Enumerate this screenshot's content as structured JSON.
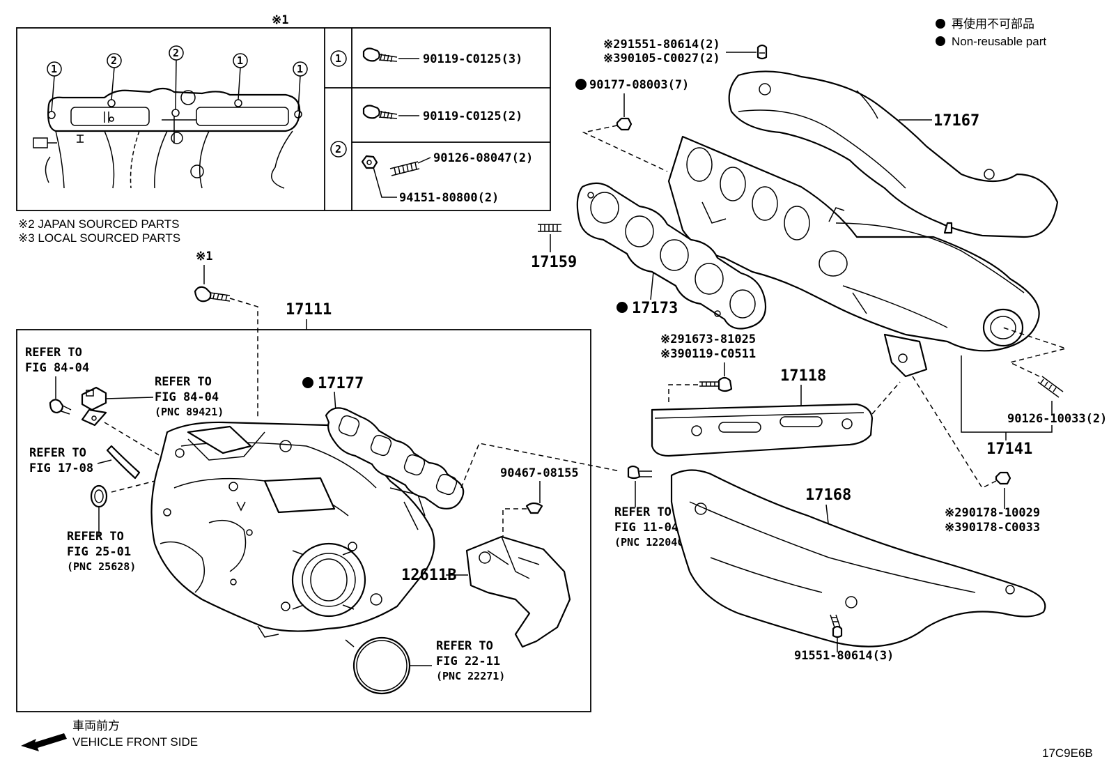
{
  "legend": {
    "jp": "再使用不可部品",
    "en": "Non-reusable part"
  },
  "inset": {
    "ref_mark": "※1",
    "circle_1": "1",
    "circle_2": "2",
    "row1_part": "90119-C0125(3)",
    "row2a_part": "90119-C0125(2)",
    "row2b_part": "90126-08047(2)",
    "row2c_part": "94151-80800(2)"
  },
  "notes": {
    "japan": "※2  JAPAN SOURCED PARTS",
    "local": "※3  LOCAL SOURCED PARTS"
  },
  "parts": {
    "p17167": "17167",
    "p17159": "17159",
    "p17173": "17173",
    "p17111": "17111",
    "p17177": "17177",
    "p17118": "17118",
    "p17141": "17141",
    "p17168": "17168",
    "p12611b": "12611B",
    "top_bolt_a": "※291551-80614(2)",
    "top_bolt_b": "※390105-C0027(2)",
    "nut_top": "90177-08003(7)",
    "bolt_mid_a": "※291673-81025",
    "bolt_mid_b": "※390119-C0511",
    "stud_right": "90126-10033(2)",
    "nut_right_a": "※290178-10029",
    "nut_right_b": "※390178-C0033",
    "clip": "90467-08155",
    "bolt_bottom": "91551-80614(3)",
    "xmark1": "※1"
  },
  "refs": {
    "r1_a": "REFER TO",
    "r1_b": "FIG 84-04",
    "r2_a": "REFER TO",
    "r2_b": "FIG 84-04",
    "r2_c": "(PNC 89421)",
    "r3_a": "REFER TO",
    "r3_b": "FIG 17-08",
    "r4_a": "REFER TO",
    "r4_b": "FIG 25-01",
    "r4_c": "(PNC 25628)",
    "r5_a": "REFER TO",
    "r5_b": "FIG 11-04",
    "r5_c": "(PNC 12204C)",
    "r6_a": "REFER TO",
    "r6_b": "FIG 22-11",
    "r6_c": "(PNC 22271)"
  },
  "footer": {
    "dir_jp": "車両前方",
    "dir_en": "VEHICLE FRONT SIDE",
    "fig_code": "17C9E6B"
  }
}
